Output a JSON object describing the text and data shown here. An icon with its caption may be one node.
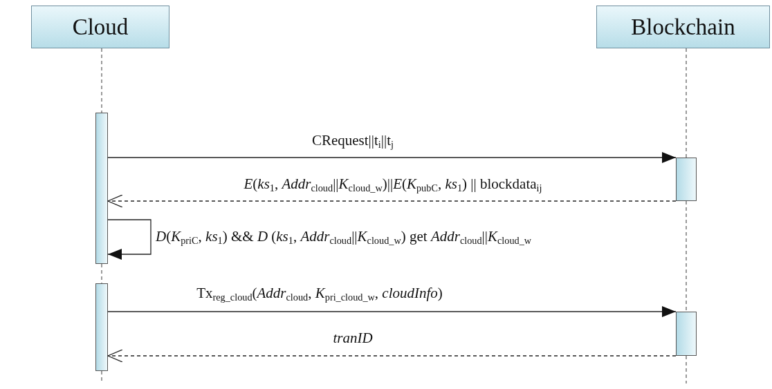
{
  "diagram": {
    "nodes": [
      {
        "text": [
          "Cloud"
        ]
      },
      {
        "text": [
          "Blockchain"
        ]
      },
      {
        "text": [],
        "shape": "bar"
      },
      {
        "text": [],
        "shape": "bar"
      },
      {
        "text": [],
        "shape": "bar"
      },
      {
        "text": [],
        "shape": "bar"
      }
    ],
    "edges": [
      {
        "from": 0,
        "to": 2,
        "arrow": "none",
        "style": "dashed"
      },
      {
        "from": 2,
        "to": 3,
        "arrow": "none",
        "style": "dashed"
      },
      {
        "from": 3,
        "to": null,
        "arrow": "none",
        "style": "dashed"
      },
      {
        "from": 1,
        "to": 4,
        "arrow": "none",
        "style": "dashed"
      },
      {
        "from": 4,
        "to": 5,
        "arrow": "none",
        "style": "dashed"
      },
      {
        "from": 5,
        "to": null,
        "arrow": "none",
        "style": "dashed"
      },
      {
        "from": 2,
        "to": 4,
        "arrow": "to",
        "label": "CRequest||t$_{i}$||t$_{j}$"
      },
      {
        "from": 4,
        "to": 2,
        "arrow": "to",
        "style": "dashed",
        "label": "*E*(*ks*$_{1}$, *Addr*$_{cloud}$||*K*$_{cloud_w}$)||*E*(*K*$_{pubC}$, *ks*$_{1}$) || blockdata$_{ij}$"
      },
      {
        "from": 2,
        "to": 2,
        "arrow": "to",
        "label": "*D*(*K*$_{priC}$, *ks*$_{1}$) && *D* (*ks*$_{1}$, *Addr*$_{cloud}$||*K*$_{cloud_w}$) get *Addr*$_{cloud}$||*K*$_{cloud_w}$"
      },
      {
        "from": 3,
        "to": 5,
        "arrow": "to",
        "label": "Tx$_{reg_cloud}$(*Addr*$_{cloud}$, *K*$_{pri_cloud_w}$, *cloudInfo*)"
      },
      {
        "from": 5,
        "to": 3,
        "arrow": "to",
        "style": "dashed",
        "label": "tranID"
      }
    ]
  }
}
